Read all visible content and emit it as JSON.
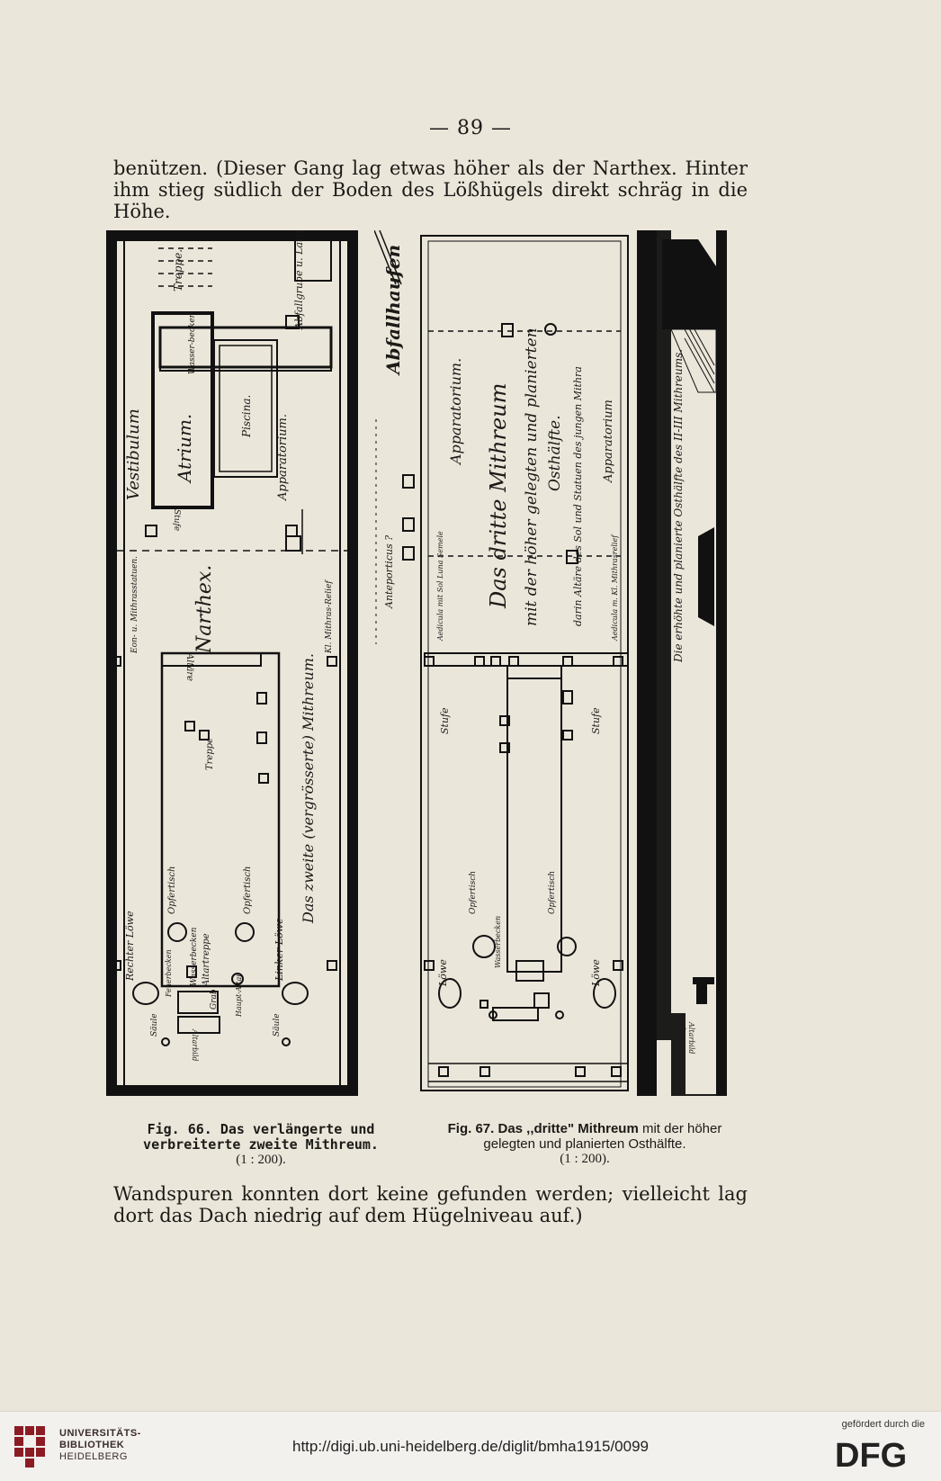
{
  "page": {
    "number": "— 89 —",
    "para_top_1": "benützen. (Dieser Gang lag etwas höher als der Narthex. Hinter",
    "para_top_2": "ihm stieg südlich der Boden des Lößhügels direkt schräg in die Höhe.",
    "para_bottom_1": "Wandspuren konnten dort keine gefunden werden; vielleicht lag",
    "para_bottom_2": "dort das Dach niedrig auf dem Hügelniveau auf.)"
  },
  "fig66": {
    "caption_1": "Fig. 66. Das verlängerte und",
    "caption_2": "verbreiterte zweite Mithreum.",
    "scale": "(1 : 200).",
    "labels": {
      "vestibulum": "Vestibulum",
      "atrium": "Atrium.",
      "piscina": "Piscina.",
      "wasserbecken": "Wasser-becken",
      "treppe": "Treppe.",
      "abfallgrube": "Abfallgrube u. Latrine.",
      "apparatorium": "Apparatorium.",
      "stufe": "Stufe",
      "narthex": "Narthex.",
      "eon": "Eon- u. Mithrasstatuen.",
      "relief": "Kl. Mithras-Relief",
      "title": "Das zweite (vergrösserte) Mithreum.",
      "altaere": "Altäre",
      "treppe2": "Treppe",
      "opfertisch_r": "Opfertisch",
      "opfertisch_l": "Opfertisch",
      "wasserbecken2": "Wasserbecken",
      "altartreppe": "Altartreppe",
      "rechter_loewe": "Rechter Löwe",
      "linker_loewe": "Linker Löwe",
      "saeule_r": "Säule",
      "saeule_l": "Säule",
      "feuerbecken": "Feuerbecken",
      "grab": "Grab",
      "haupt_altar": "Haupt-Altar",
      "altarbild": "Altarbild"
    }
  },
  "fig67": {
    "caption_lead": "Fig. 67. Das ,,dritte\" Mithreum",
    "caption_1": "mit der höher",
    "caption_2": "gelegten und planierten Osthälfte.",
    "scale": "(1 : 200).",
    "labels": {
      "abfallhaufen": "Abfallhaufen",
      "anteporticus": "Anteporticus ?",
      "apparatorium": "Apparatorium.",
      "title": "Das dritte Mithreum",
      "sub1": "mit der höher gelegten und planierten",
      "sub2": "Osthälfte.",
      "darin": "darin Altäre des Sol und Statuen des jungen Mithra",
      "apparatorium2": "Apparatorium",
      "aedicula": "Aedicula mit Sol Luna Semele",
      "mithrasrelief": "Aedicula m. Kl. Mithrasrelief",
      "stufe_l": "Stufe",
      "stufe_r": "Stufe",
      "opfertisch_l": "Opfertisch",
      "opfertisch_r": "Opfertisch",
      "wasserbecken": "Wasserbecken",
      "loewe_l": "Löwe",
      "loewe_r": "Löwe",
      "osthaelfte": "Die erhöhte und planierte Osthälfte des II-III Mithreums.",
      "altar": "Altar",
      "altarbild": "Altarbild"
    }
  },
  "footer": {
    "ub_1": "UNIVERSITÄTS-",
    "ub_2": "BIBLIOTHEK",
    "ub_3": "HEIDELBERG",
    "url": "http://digi.ub.uni-heidelberg.de/diglit/bmha1915/0099",
    "dfg_note": "gefördert durch die",
    "dfg": "DFG"
  }
}
